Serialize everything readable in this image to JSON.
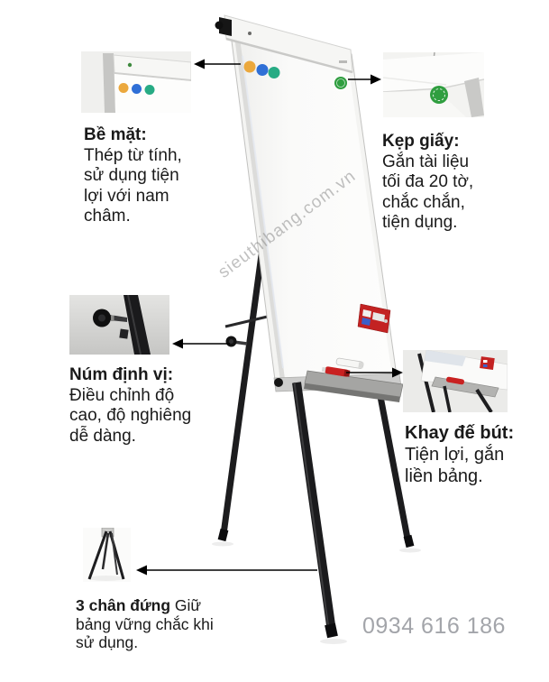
{
  "watermark": {
    "text": "sieuthibang.com.vn"
  },
  "phone": {
    "number": "0934 616 186",
    "color": "#a3a5aa"
  },
  "colors": {
    "magnet_orange": "#eba83d",
    "magnet_blue": "#2f6fd6",
    "magnet_green": "#27ab84",
    "sticker_green": "#2f9e3f",
    "accessory_red": "#c32222",
    "marker_red": "#c92121",
    "leg_black": "#1c1c1e",
    "arrow_black": "#000000",
    "text_black": "#1a1a1a"
  },
  "callouts": {
    "surface": {
      "title": "Bề mặt:",
      "lines": [
        "Thép từ tính,",
        "sử dụng tiện",
        "lợi với nam",
        "châm."
      ]
    },
    "clamp": {
      "title": "Kẹp giấy:",
      "lines": [
        "Gắn tài liệu",
        "tối đa 20 tờ,",
        "chắc chắn,",
        "tiện dụng."
      ]
    },
    "knob": {
      "title": "Núm định vị:",
      "lines": [
        "Điều chỉnh độ",
        "cao, độ nghiêng",
        "dễ dàng."
      ]
    },
    "tray": {
      "title": "Khay đế bút:",
      "lines": [
        "Tiện lợi, gắn",
        "liền bảng."
      ]
    },
    "legs": {
      "title": "3 chân đứng",
      "inline_rest": " Giữ",
      "lines": [
        "bảng vững chắc khi",
        "sử dụng."
      ]
    }
  }
}
